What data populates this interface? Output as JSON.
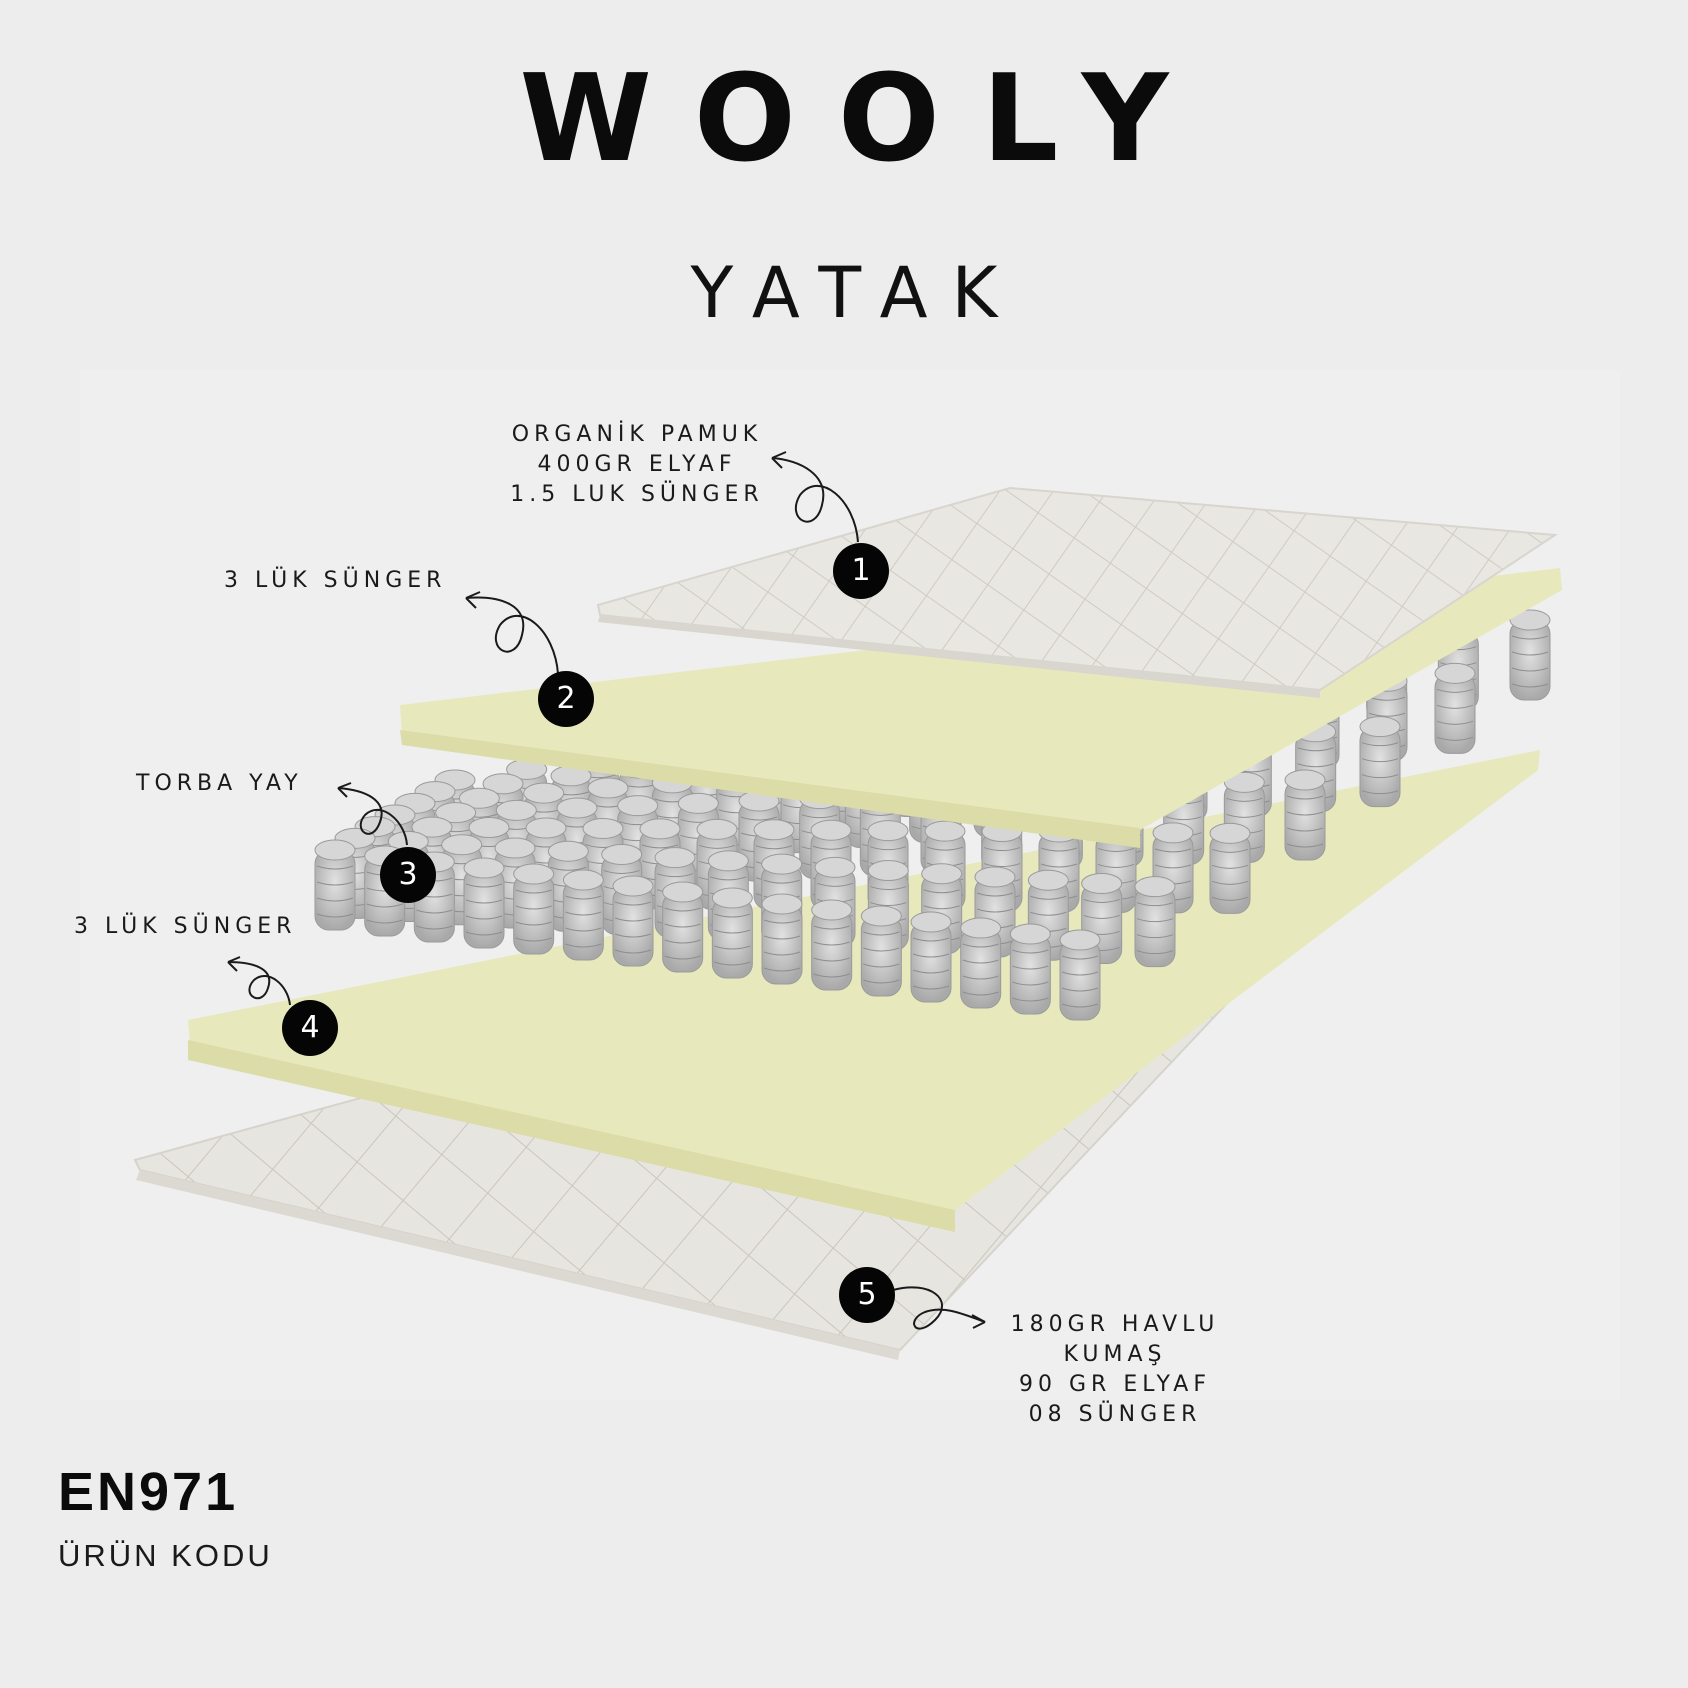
{
  "brand": {
    "logo": "WOOLY",
    "subtitle": "YATAK"
  },
  "layers": [
    {
      "number": "1",
      "lines": [
        "ORGANİK PAMUK",
        "400GR ELYAF",
        "1.5 LUK SÜNGER"
      ],
      "material": "quilted-fabric"
    },
    {
      "number": "2",
      "lines": [
        "3 LÜK SÜNGER"
      ],
      "material": "foam"
    },
    {
      "number": "3",
      "lines": [
        "TORBA YAY"
      ],
      "material": "pocket-springs"
    },
    {
      "number": "4",
      "lines": [
        "3 LÜK SÜNGER"
      ],
      "material": "foam"
    },
    {
      "number": "5",
      "lines": [
        "180GR HAVLU",
        "KUMAŞ",
        "90 GR ELYAF",
        "08 SÜNGER"
      ],
      "material": "quilted-fabric"
    }
  ],
  "product": {
    "code": "EN971",
    "caption": "ÜRÜN KODU"
  },
  "colors": {
    "background": "#ededed",
    "foam": "#e8e8bd",
    "fabric": "#e9e7e2",
    "springs": "#b9b9b9",
    "badge": "#050505"
  },
  "icons": {
    "pointer": "curly-arrow-icon"
  }
}
